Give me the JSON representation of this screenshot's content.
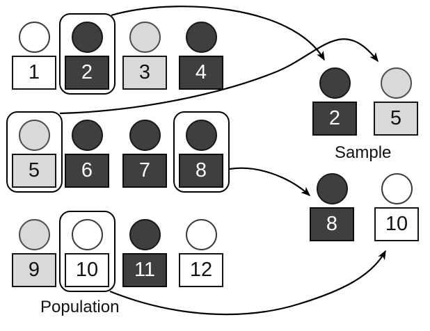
{
  "diagram": {
    "title_context": "Population and Sample selection diagram",
    "colors": {
      "dark_fill": "#3f3f3f",
      "light_fill": "#d9d9d9",
      "white_fill": "#ffffff",
      "outline": "#141414",
      "arrow": "#000000"
    }
  },
  "population": {
    "label": "Population",
    "figures": [
      {
        "label": "1",
        "tone": "white",
        "selected": "false"
      },
      {
        "label": "2",
        "tone": "dark",
        "selected": "true"
      },
      {
        "label": "3",
        "tone": "light",
        "selected": "false"
      },
      {
        "label": "4",
        "tone": "dark",
        "selected": "false"
      },
      {
        "label": "5",
        "tone": "light",
        "selected": "true"
      },
      {
        "label": "6",
        "tone": "dark",
        "selected": "false"
      },
      {
        "label": "7",
        "tone": "dark",
        "selected": "false"
      },
      {
        "label": "8",
        "tone": "dark",
        "selected": "true"
      },
      {
        "label": "9",
        "tone": "light",
        "selected": "false"
      },
      {
        "label": "10",
        "tone": "white",
        "selected": "true"
      },
      {
        "label": "11",
        "tone": "dark",
        "selected": "false"
      },
      {
        "label": "12",
        "tone": "white",
        "selected": "false"
      }
    ]
  },
  "sample": {
    "label": "Sample",
    "figures": [
      {
        "label": "2",
        "tone": "dark",
        "selected": "false"
      },
      {
        "label": "5",
        "tone": "light",
        "selected": "false"
      },
      {
        "label": "8",
        "tone": "dark",
        "selected": "false"
      },
      {
        "label": "10",
        "tone": "white",
        "selected": "false"
      }
    ]
  },
  "arrows": [
    {
      "from": "population figure 2",
      "to": "sample figure 2"
    },
    {
      "from": "population figure 5",
      "to": "sample figure 5"
    },
    {
      "from": "population figure 8",
      "to": "sample figure 8"
    },
    {
      "from": "population figure 10",
      "to": "sample figure 10"
    }
  ]
}
